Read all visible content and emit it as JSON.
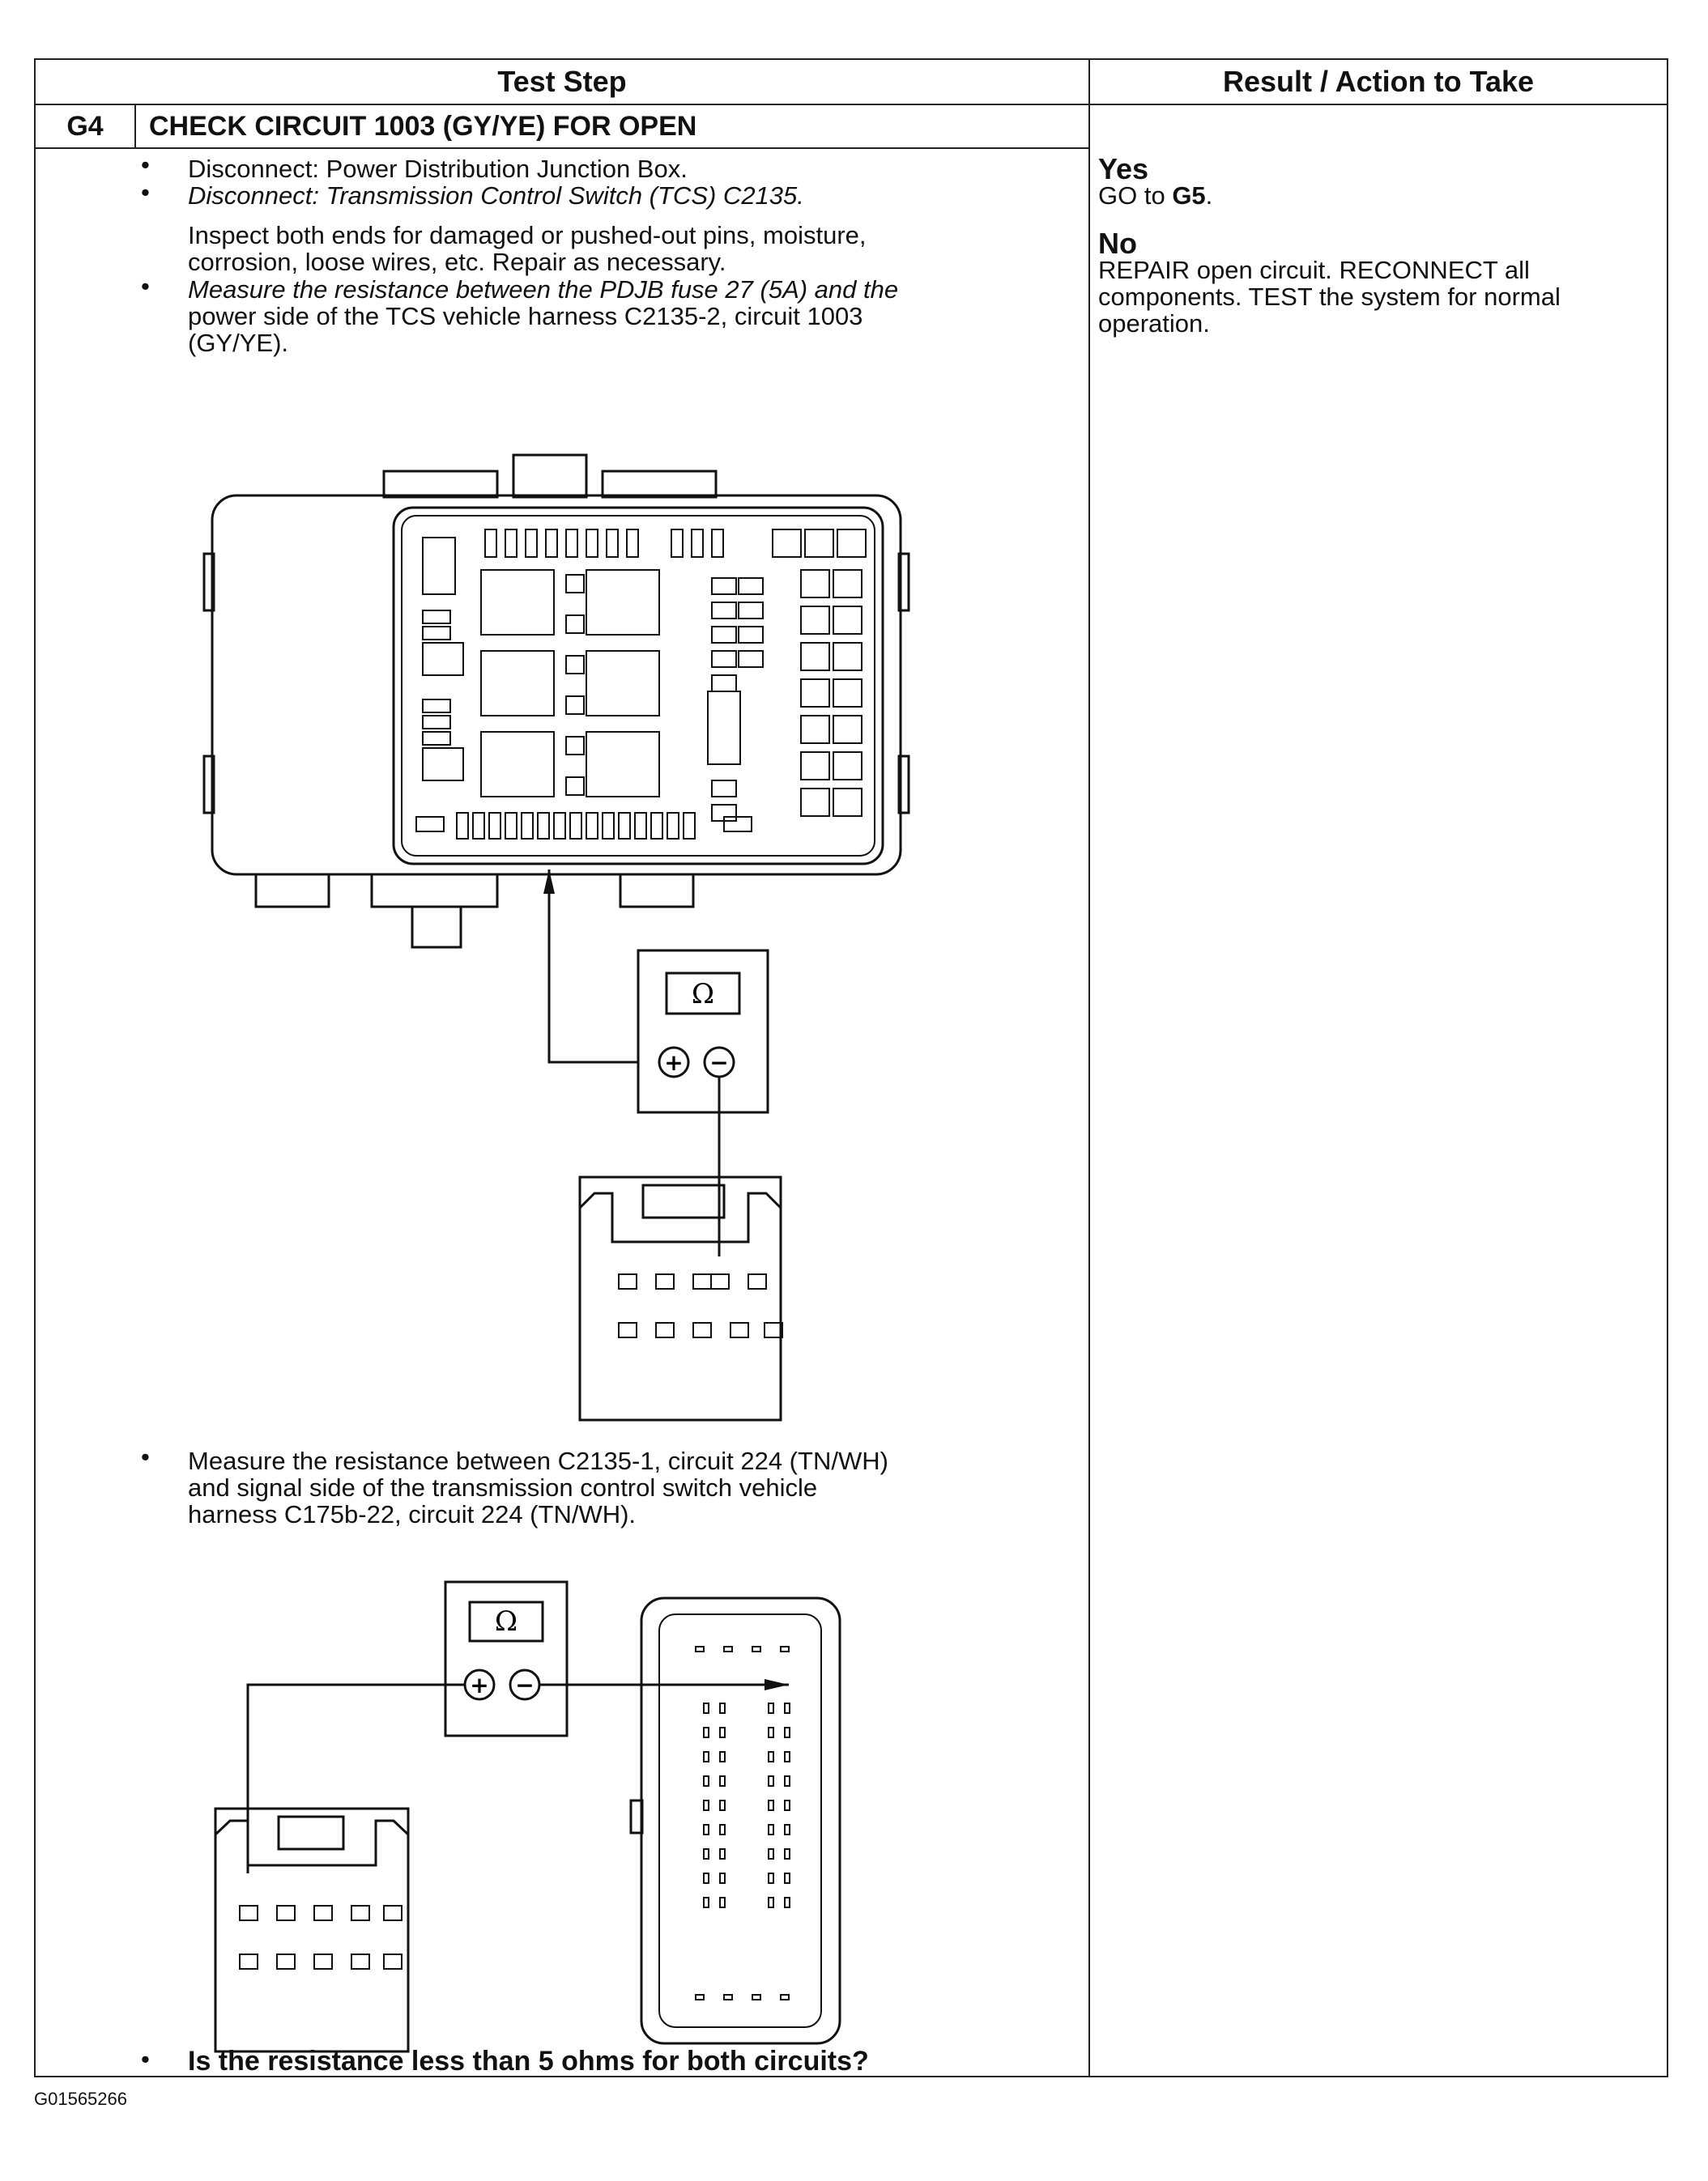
{
  "header": {
    "test_step": "Test Step",
    "result_action": "Result / Action to Take"
  },
  "step": {
    "id": "G4",
    "title": "CHECK CIRCUIT 1003 (GY/YE) FOR OPEN"
  },
  "instructions": {
    "bullet_1": "Disconnect: Power Distribution Junction Box.",
    "bullet_2": "Disconnect: Transmission Control Switch (TCS) C2135.",
    "inspect_line_1": "Inspect both ends for damaged or pushed-out pins, moisture,",
    "inspect_line_2": "corrosion, loose wires, etc. Repair as necessary.",
    "measure1_line_1": "Measure the resistance between the PDJB fuse 27 (5A) and the",
    "measure1_line_2": "power side of the TCS vehicle harness C2135-2, circuit 1003",
    "measure1_line_3": "(GY/YE).",
    "measure2_line_1": "Measure the resistance between C2135-1, circuit 224 (TN/WH)",
    "measure2_line_2": "and signal side of the transmission control switch vehicle",
    "measure2_line_3": "harness C175b-22, circuit 224 (TN/WH).",
    "question": "Is the resistance less than 5 ohms for both circuits?"
  },
  "meter": {
    "symbol": "Ω",
    "plus": "+",
    "minus": "−"
  },
  "results": {
    "yes_label": "Yes",
    "yes_prefix": "GO to ",
    "yes_target": "G5",
    "yes_suffix": ".",
    "no_label": "No",
    "no_line_1": "REPAIR open circuit. RECONNECT all",
    "no_line_2": "components. TEST the system for normal",
    "no_line_3": "operation."
  },
  "figure_id": "G01565266"
}
